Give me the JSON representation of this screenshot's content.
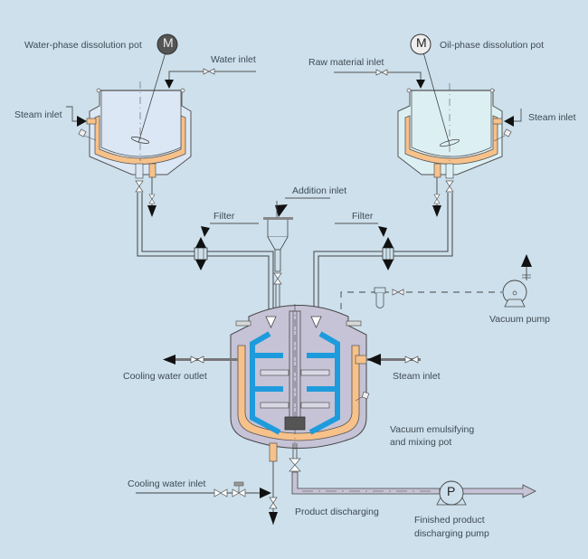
{
  "diagram": {
    "title": "Vacuum emulsifying mixer process flow",
    "colors": {
      "background": "#cde0ec",
      "jacket_heating": "#f7c18a",
      "vessel_shell": "#c6c3d6",
      "water_tank_fill": "#dbe7f5",
      "oil_tank_fill": "#dcf0f4",
      "agitator_blue": "#1e9bdc",
      "line": "#3b3f45",
      "arrow": "#111111"
    },
    "labels": {
      "water_pot": "Water-phase dissolution pot",
      "oil_pot": "Oil-phase dissolution pot",
      "water_inlet": "Water inlet",
      "raw_material_inlet": "Raw material inlet",
      "steam_inlet_left": "Steam inlet",
      "steam_inlet_right": "Steam inlet",
      "addition_inlet": "Addition inlet",
      "filter_left": "Filter",
      "filter_right": "Filter",
      "vacuum_pump": "Vacuum pump",
      "cooling_water_outlet": "Cooling water outlet",
      "steam_inlet_main": "Steam inlet",
      "main_vessel_line1": "Vacuum emulsifying",
      "main_vessel_line2": "and mixing pot",
      "cooling_water_inlet": "Cooling water inlet",
      "product_discharging": "Product discharging",
      "pump_line1": "Finished product",
      "pump_line2": "discharging pump"
    },
    "symbols": {
      "motor_left": "M",
      "motor_right": "M",
      "pump": "P"
    }
  }
}
